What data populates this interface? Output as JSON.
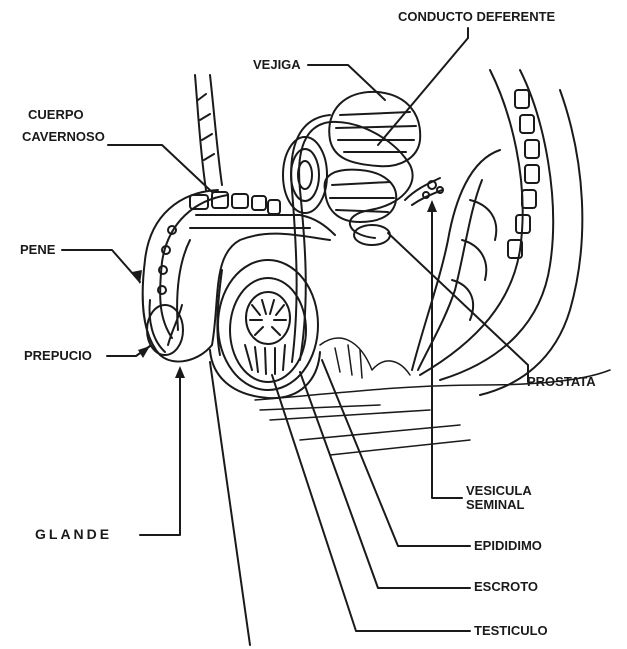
{
  "labels": {
    "conducto_deferente": "CONDUCTO DEFERENTE",
    "vejiga": "VEJIGA",
    "cuerpo_1": "CUERPO",
    "cuerpo_2": "CAVERNOSO",
    "pene": "PENE",
    "prepucio": "PREPUCIO",
    "glande": "GLANDE",
    "prostata": "PROSTATA",
    "vesicula_1": "VESICULA",
    "vesicula_2": "SEMINAL",
    "epididimo": "EPIDIDIMO",
    "escroto": "ESCROTO",
    "testiculo": "TESTICULO"
  },
  "colors": {
    "ink": "#1a1a1a",
    "paper": "#ffffff"
  }
}
